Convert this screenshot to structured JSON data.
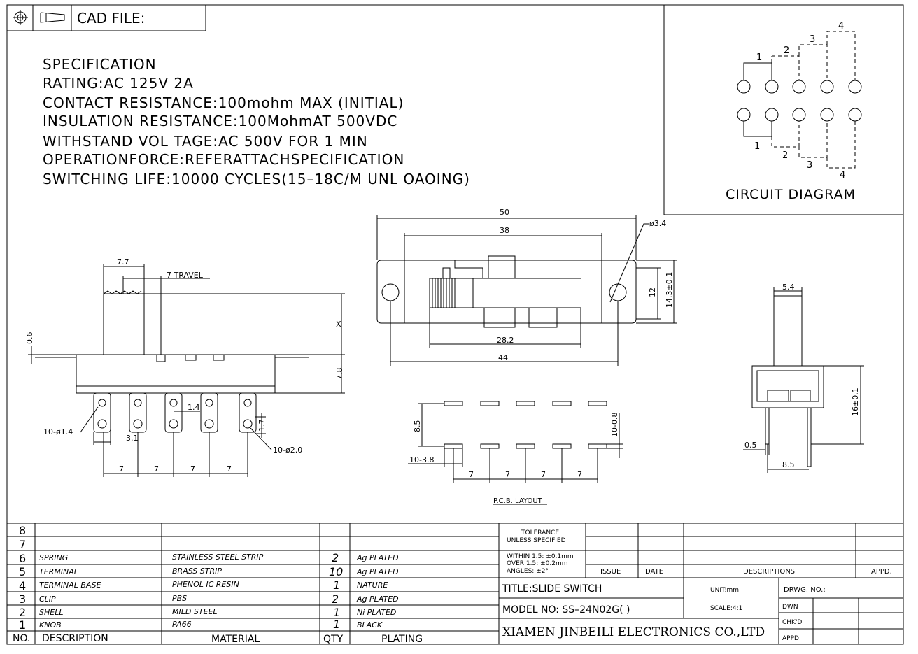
{
  "header": {
    "cad_label": "CAD FILE:"
  },
  "spec": {
    "title": "SPECIFICATION",
    "lines": [
      "RATING:AC 125V 2A",
      "CONTACT RESISTANCE:100mohm MAX (INITIAL)",
      "INSULATION RESISTANCE:100MohmAT 500VDC",
      "WITHSTAND VOL TAGE:AC 500V FOR 1 MIN",
      "OPERATIONFORCE:REFERATTACHSPECIFICATION",
      "SWITCHING LIFE:10000 CYCLES(15–18C/M UNL OAOING)"
    ]
  },
  "circuit": {
    "title": "CIRCUIT DIAGRAM",
    "top_labels": [
      "1",
      "2",
      "3",
      "4"
    ],
    "bottom_labels": [
      "1",
      "2",
      "3",
      "4"
    ]
  },
  "side_view": {
    "dims": {
      "w77": "7.7",
      "travel": "7 TRAVEL",
      "x": "X",
      "t06": "0.6",
      "h78": "7.8",
      "pin_dia": "10-ø1.4",
      "hole_dia": "10-ø2.0",
      "w14": "1.4",
      "h17": "1.7",
      "w31": "3.1",
      "p1": "7",
      "p2": "7",
      "p3": "7",
      "p4": "7"
    }
  },
  "top_view": {
    "dims": {
      "w50": "50",
      "w38": "38",
      "hole": "ø3.4",
      "h12": "12",
      "h143": "14.3±0.1",
      "w282": "28.2",
      "w44": "44"
    }
  },
  "pcb": {
    "label": "P.C.B. LAYOUT",
    "dims": {
      "h85": "8.5",
      "w108": "10-0.8",
      "w38": "10-3.8",
      "p1": "7",
      "p2": "7",
      "p3": "7",
      "p4": "7"
    }
  },
  "end_view": {
    "dims": {
      "w54": "5.4",
      "h16": "16±0.1",
      "t05": "0.5",
      "w85": "8.5"
    }
  },
  "bom": {
    "rows": [
      {
        "no": "8",
        "desc": "",
        "mat": "",
        "qty": "",
        "plating": ""
      },
      {
        "no": "7",
        "desc": "",
        "mat": "",
        "qty": "",
        "plating": ""
      },
      {
        "no": "6",
        "desc": "SPRING",
        "mat": "STAINLESS STEEL STRIP",
        "qty": "2",
        "plating": "Ag PLATED"
      },
      {
        "no": "5",
        "desc": "TERMINAL",
        "mat": "BRASS STRIP",
        "qty": "10",
        "plating": "Ag PLATED"
      },
      {
        "no": "4",
        "desc": "TERMINAL BASE",
        "mat": "PHENOL IC RESIN",
        "qty": "1",
        "plating": "NATURE"
      },
      {
        "no": "3",
        "desc": "CLIP",
        "mat": "PBS",
        "qty": "2",
        "plating": "Ag PLATED"
      },
      {
        "no": "2",
        "desc": "SHELL",
        "mat": "MILD STEEL",
        "qty": "1",
        "plating": "Ni PLATED"
      },
      {
        "no": "1",
        "desc": "KNOB",
        "mat": "PA66",
        "qty": "1",
        "plating": "BLACK"
      }
    ],
    "headers": {
      "no": "NO.",
      "desc": "DESCRIPTION",
      "mat": "MATERIAL",
      "qty": "QTY",
      "plating": "PLATING"
    }
  },
  "title_block": {
    "tol1": "TOLERANCE",
    "tol2": "UNLESS SPECIFIED",
    "tol3": "WITHIN 1.5: ±0.1mm",
    "tol4": "OVER 1.5:  ±0.2mm",
    "tol5": "ANGLES: ±2°",
    "issue": "ISSUE",
    "date": "DATE",
    "descriptions": "DESCRIPTIONS",
    "appd": "APPD.",
    "title": "TITLE:SLIDE SWITCH",
    "unit": "UNIT:mm",
    "drwg": "DRWG. NO.:",
    "model": "MODEL NO: SS–24N02G( )",
    "scale": "SCALE:4:1",
    "dwn": "DWN",
    "chkd": "CHK'D",
    "appd2": "APPD.",
    "company": "XIAMEN JINBEILI ELECTRONICS CO.,LTD"
  }
}
